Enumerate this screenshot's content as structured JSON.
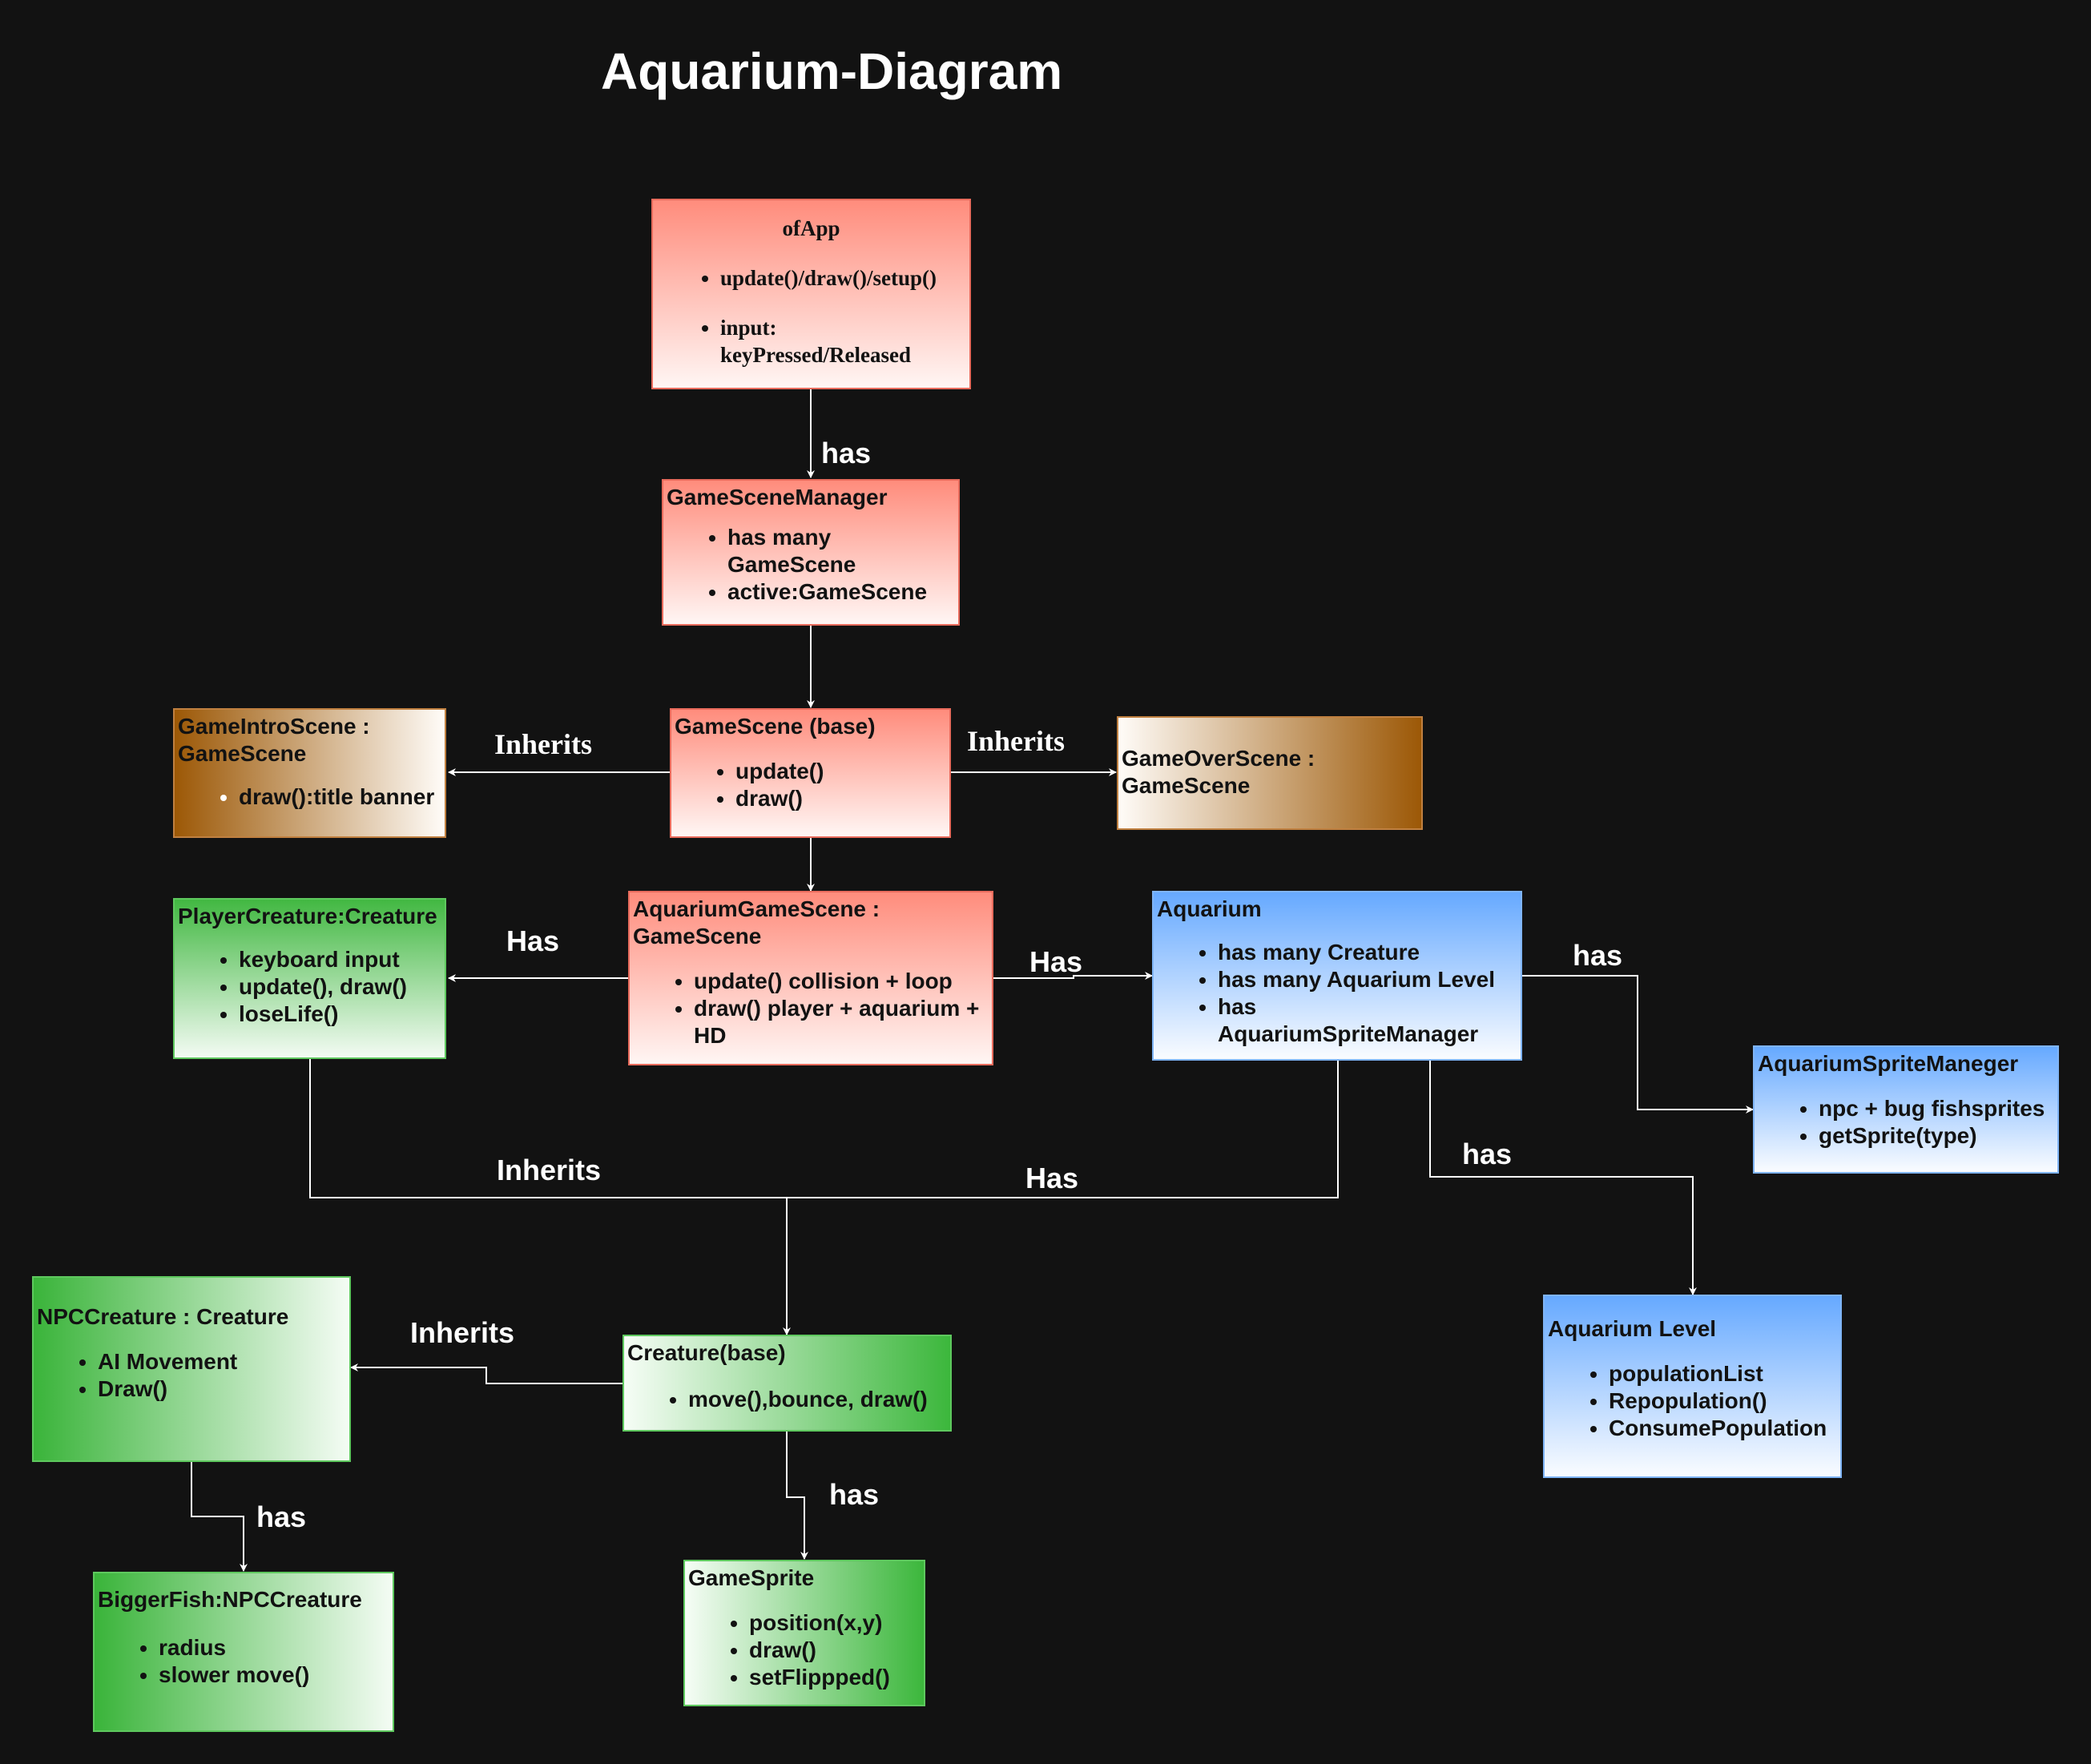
{
  "title": "Aquarium-Diagram",
  "nodes": {
    "ofapp": {
      "title": "ofApp",
      "items": [
        "update()/draw()/setup()",
        "input: keyPressed/Released"
      ]
    },
    "gamescenemanager": {
      "title": "GameSceneManager",
      "items": [
        "has many GameScene",
        "active:GameScene"
      ]
    },
    "gamescene": {
      "title": "GameScene (base)",
      "items": [
        "update()",
        "draw()"
      ]
    },
    "gameintroscene": {
      "title": "GameIntroScene : GameScene",
      "items": [
        "draw():title banner"
      ]
    },
    "gameoverscene": {
      "title": "GameOverScene : GameScene",
      "items": []
    },
    "aquariumgamescene": {
      "title": "AquariumGameScene : GameScene",
      "items": [
        "update() collision + loop",
        "draw() player + aquarium + HD"
      ]
    },
    "playercreature": {
      "title": "PlayerCreature:Creature",
      "items": [
        "keyboard input",
        "update(), draw()",
        "loseLife()"
      ]
    },
    "aquarium": {
      "title": "Aquarium",
      "items": [
        "has many Creature",
        "has many Aquarium Level",
        "has AquariumSpriteManager"
      ]
    },
    "aquariumspritemaneger": {
      "title": "AquariumSpriteManeger",
      "items": [
        "npc + bug fishsprites",
        "getSprite(type)"
      ]
    },
    "aquariumlevel": {
      "title": "Aquarium Level",
      "items": [
        "populationList",
        "Repopulation()",
        "ConsumePopulation"
      ]
    },
    "npccreature": {
      "title": "NPCCreature : Creature",
      "items": [
        "AI Movement",
        "Draw()"
      ]
    },
    "creature": {
      "title": "Creature(base)",
      "items": [
        "move(),bounce, draw()"
      ]
    },
    "biggerfish": {
      "title": "BiggerFish:NPCCreature",
      "items": [
        "radius",
        "slower move()"
      ]
    },
    "gamesprite": {
      "title": "GameSprite",
      "items": [
        "position(x,y)",
        "draw()",
        "setFlippped()"
      ]
    }
  },
  "edges": {
    "ofapp_has": "has",
    "intro_inherits": "Inherits",
    "over_inherits": "Inherits",
    "player_has": "Has",
    "aquarium_has": "Has",
    "sprite_manager_has": "has",
    "level_has": "has",
    "player_inherits": "Inherits",
    "aquarium_creature_has": "Has",
    "npc_inherits": "Inherits",
    "biggerfish_has": "has",
    "gamesprite_has": "has"
  },
  "colors": {
    "background": "#121212",
    "connector": "#ffffff",
    "scene_red": "#ff8c7c",
    "creature_green": "#3cb73c",
    "aquarium_blue": "#66a9ff",
    "scene_brown": "#9c5806"
  }
}
